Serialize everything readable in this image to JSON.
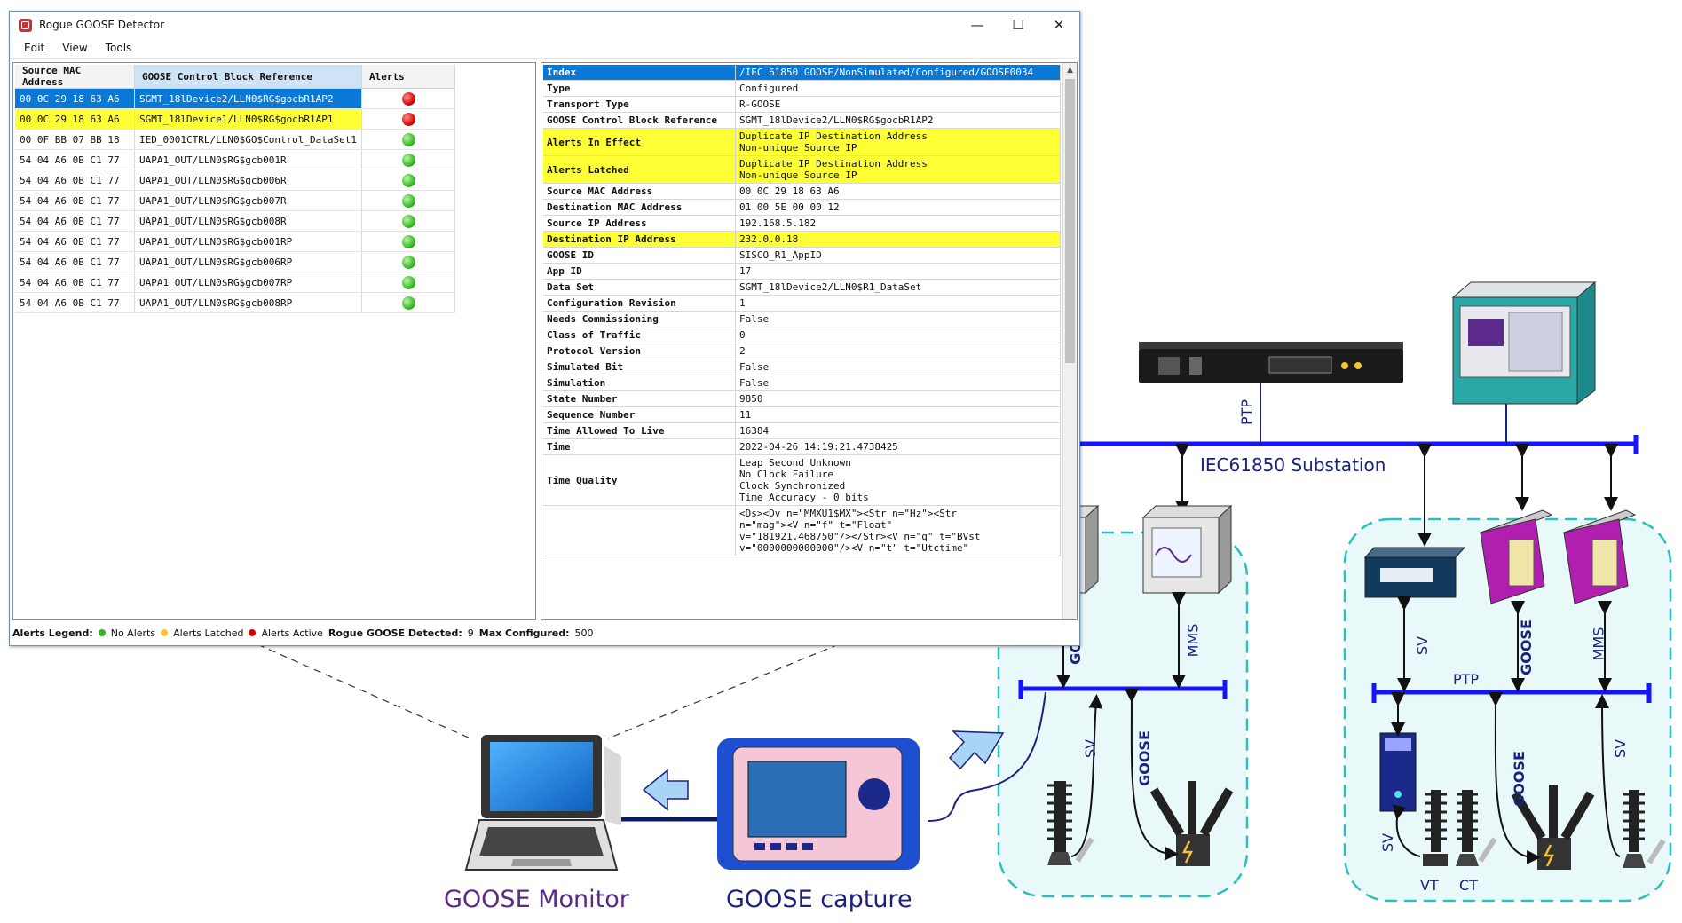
{
  "window": {
    "title": "Rogue GOOSE Detector",
    "controls": [
      "—",
      "☐",
      "✕"
    ],
    "menu": [
      "Edit",
      "View",
      "Tools"
    ]
  },
  "grid": {
    "columns": [
      "Source MAC Address",
      "GOOSE Control Block Reference",
      "Alerts"
    ],
    "rows": [
      {
        "mac": "00 0C 29 18 63 A6",
        "ref": "SGMT_18lDevice2/LLN0$RG$gocbR1AP2",
        "alert": "red",
        "style": "blue"
      },
      {
        "mac": "00 0C 29 18 63 A6",
        "ref": "SGMT_18lDevice1/LLN0$RG$gocbR1AP1",
        "alert": "red",
        "style": "yellow"
      },
      {
        "mac": "00 0F BB 07 BB 18",
        "ref": "IED_0001CTRL/LLN0$GO$Control_DataSet1",
        "alert": "green",
        "style": ""
      },
      {
        "mac": "54 04 A6 0B C1 77",
        "ref": "UAPA1_OUT/LLN0$RG$gcb001R",
        "alert": "green",
        "style": ""
      },
      {
        "mac": "54 04 A6 0B C1 77",
        "ref": "UAPA1_OUT/LLN0$RG$gcb006R",
        "alert": "green",
        "style": ""
      },
      {
        "mac": "54 04 A6 0B C1 77",
        "ref": "UAPA1_OUT/LLN0$RG$gcb007R",
        "alert": "green",
        "style": ""
      },
      {
        "mac": "54 04 A6 0B C1 77",
        "ref": "UAPA1_OUT/LLN0$RG$gcb008R",
        "alert": "green",
        "style": ""
      },
      {
        "mac": "54 04 A6 0B C1 77",
        "ref": "UAPA1_OUT/LLN0$RG$gcb001RP",
        "alert": "green",
        "style": ""
      },
      {
        "mac": "54 04 A6 0B C1 77",
        "ref": "UAPA1_OUT/LLN0$RG$gcb006RP",
        "alert": "green",
        "style": ""
      },
      {
        "mac": "54 04 A6 0B C1 77",
        "ref": "UAPA1_OUT/LLN0$RG$gcb007RP",
        "alert": "green",
        "style": ""
      },
      {
        "mac": "54 04 A6 0B C1 77",
        "ref": "UAPA1_OUT/LLN0$RG$gcb008RP",
        "alert": "green",
        "style": ""
      }
    ]
  },
  "props": [
    {
      "k": "Index",
      "v": "/IEC 61850 GOOSE/NonSimulated/Configured/GOOSE0034",
      "style": "hdr"
    },
    {
      "k": "Type",
      "v": "Configured",
      "style": ""
    },
    {
      "k": "Transport Type",
      "v": "R-GOOSE",
      "style": ""
    },
    {
      "k": "GOOSE Control Block Reference",
      "v": "SGMT_18lDevice2/LLN0$RG$gocbR1AP2",
      "style": ""
    },
    {
      "k": "Alerts In Effect",
      "v": "Duplicate IP Destination Address\nNon-unique Source IP",
      "style": "yel"
    },
    {
      "k": "Alerts Latched",
      "v": "Duplicate IP Destination Address\nNon-unique Source IP",
      "style": "yel"
    },
    {
      "k": "Source MAC Address",
      "v": "00 0C 29 18 63 A6",
      "style": ""
    },
    {
      "k": "Destination MAC Address",
      "v": "01 00 5E 00 00 12",
      "style": ""
    },
    {
      "k": "Source IP Address",
      "v": "192.168.5.182",
      "style": ""
    },
    {
      "k": "Destination IP Address",
      "v": "232.0.0.18",
      "style": "yel"
    },
    {
      "k": "GOOSE ID",
      "v": "SISCO_R1_AppID",
      "style": ""
    },
    {
      "k": "App ID",
      "v": "17",
      "style": ""
    },
    {
      "k": "Data Set",
      "v": "SGMT_18lDevice2/LLN0$R1_DataSet",
      "style": ""
    },
    {
      "k": "Configuration Revision",
      "v": "1",
      "style": ""
    },
    {
      "k": "Needs Commissioning",
      "v": "False",
      "style": ""
    },
    {
      "k": "Class of Traffic",
      "v": "0",
      "style": ""
    },
    {
      "k": "Protocol Version",
      "v": "2",
      "style": ""
    },
    {
      "k": "Simulated Bit",
      "v": "False",
      "style": ""
    },
    {
      "k": "Simulation",
      "v": "False",
      "style": ""
    },
    {
      "k": "State Number",
      "v": "9850",
      "style": ""
    },
    {
      "k": "Sequence Number",
      "v": "11",
      "style": ""
    },
    {
      "k": "Time Allowed To Live",
      "v": "16384",
      "style": ""
    },
    {
      "k": "Time",
      "v": "2022-04-26 14:19:21.4738425",
      "style": ""
    },
    {
      "k": "Time Quality",
      "v": "Leap Second Unknown\nNo Clock Failure\nClock Synchronized\nTime Accuracy - 0 bits",
      "style": ""
    },
    {
      "k": "",
      "v": "<Ds><Dv n=\"MMXU1$MX\"><Str n=\"Hz\"><Str\nn=\"mag\"><V n=\"f\" t=\"Float\"\nv=\"181921.468750\"/></Str><V n=\"q\" t=\"BVst\nv=\"0000000000000\"/><V n=\"t\" t=\"Utctime\"",
      "style": ""
    }
  ],
  "status": {
    "legend_label": "Alerts Legend:",
    "no_alerts": "No Alerts",
    "latched": "Alerts Latched",
    "active": "Alerts Active",
    "rogue_label": "Rogue GOOSE Detected:",
    "rogue_value": "9",
    "max_label": "Max Configured:",
    "max_value": "500"
  },
  "diagram": {
    "substation": "IEC61850 Substation",
    "ptp_top": "PTP",
    "goose1": "GOOSE",
    "mms1": "MMS",
    "sv1": "SV",
    "goose2": "GOOSE",
    "sv2": "SV",
    "goose3": "GOOSE",
    "mms2": "MMS",
    "ptp_right": "PTP",
    "sv3": "SV",
    "goose4": "GOOSE",
    "sv4": "SV",
    "vt": "VT",
    "ct": "CT",
    "monitor": "GOOSE Monitor",
    "capture": "GOOSE capture"
  },
  "colors": {
    "select_blue": "#0A78D7",
    "alert_yellow": "#FFFF35",
    "bus_blue": "#1414FF",
    "zone_teal": "#2BBFBF",
    "label_navy": "#1A237E",
    "monitor_purple": "#5B2A86"
  }
}
